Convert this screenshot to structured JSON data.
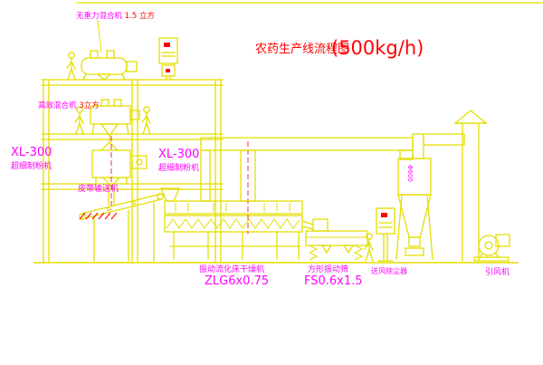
{
  "colors": {
    "background": "#ffffff",
    "line": "#e3de00",
    "label": "#ff00ff",
    "accent": "#ff0000"
  },
  "title": {
    "main": "农药生产线流程图",
    "capacity": "(500kg/h)"
  },
  "labels": {
    "gravity_mixer_name": "无重力混合机",
    "gravity_mixer_size": "1.5 立方",
    "efficient_mixer_name": "高效混合机",
    "efficient_mixer_size": "3立方",
    "mill_left_model": "XL-300",
    "mill_left_name": "超细制粉机",
    "mill_center_model": "XL-300",
    "mill_center_name": "超细制粉机",
    "belt_conveyor": "皮带输送机",
    "dryer_name": "振动流化床干燥机",
    "dryer_model": "ZLG6x0.75",
    "screen_name": "方形振动筛",
    "screen_model": "FS0.6x1.5",
    "blower_dust_collector": "送风除尘器",
    "induced_draft_fan": "引风机",
    "cyclone_diameter": "Φ600"
  }
}
